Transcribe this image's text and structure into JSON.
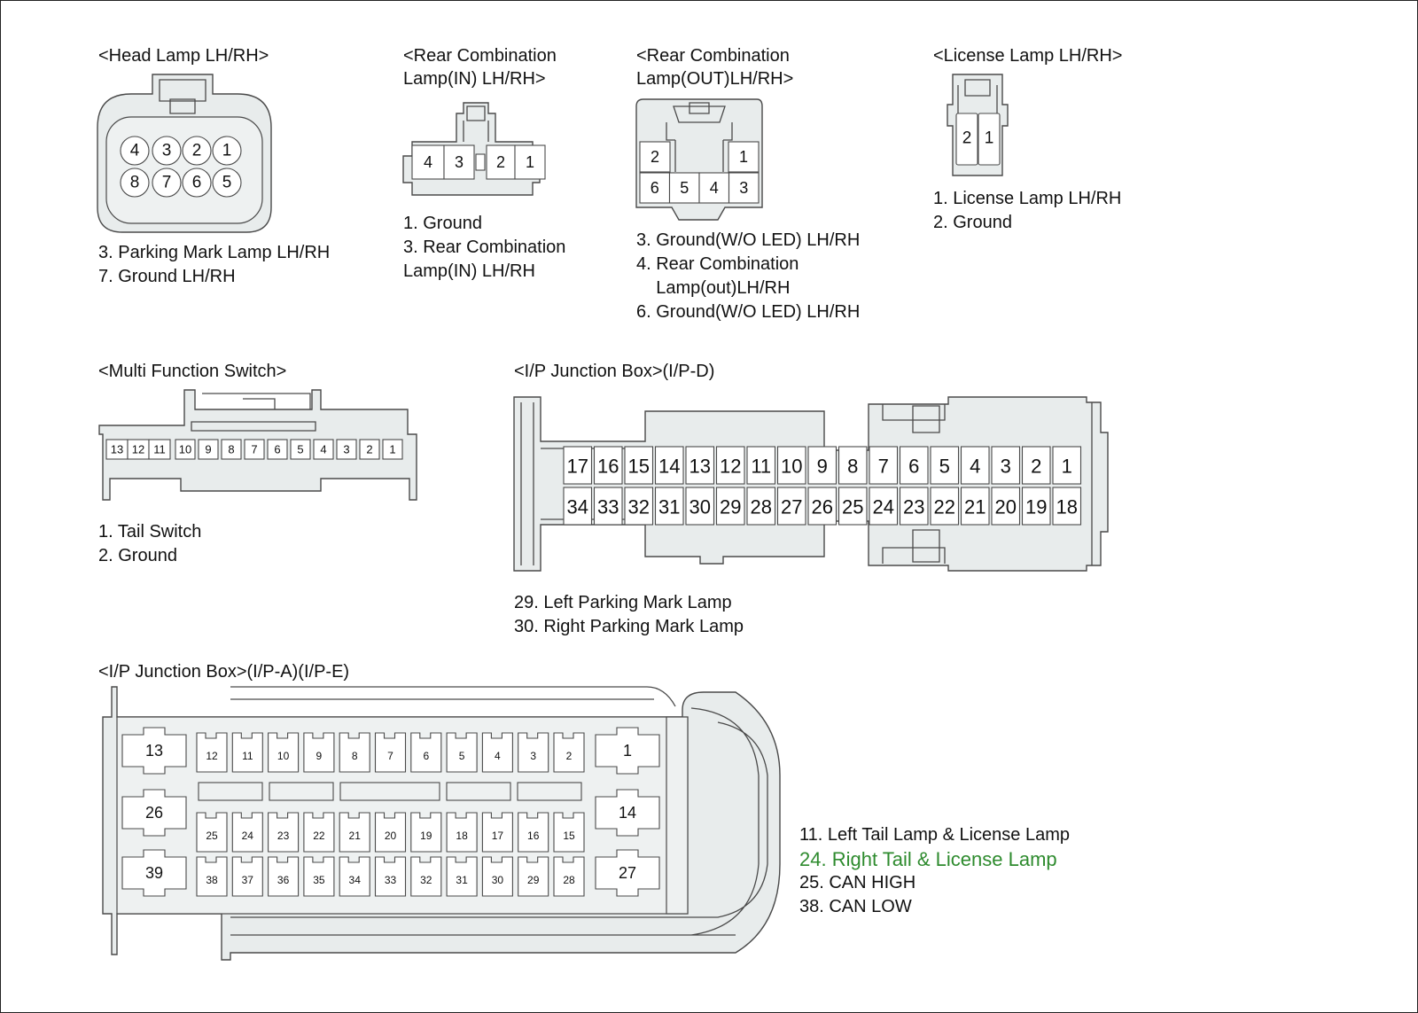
{
  "colors": {
    "highlight": "#a9d3db",
    "green_text": "#2e8b2e",
    "outline": "#4a4a4a",
    "body": "#e8ecec"
  },
  "head_lamp": {
    "title": "<Head Lamp LH/RH>",
    "pins_top": [
      "4",
      "3",
      "2",
      "1"
    ],
    "pins_bottom": [
      "8",
      "7",
      "6",
      "5"
    ],
    "highlighted": [
      "3",
      "7"
    ],
    "legend": [
      "3. Parking Mark Lamp LH/RH",
      "7. Ground LH/RH"
    ]
  },
  "rear_comb_in": {
    "title": "<Rear Combination\nLamp(IN) LH/RH>",
    "pins": [
      "4",
      "3",
      "2",
      "1"
    ],
    "highlighted": [
      "3",
      "1"
    ],
    "legend": [
      "1. Ground",
      "3. Rear Combination",
      "Lamp(IN) LH/RH"
    ]
  },
  "rear_comb_out": {
    "title": "<Rear Combination\nLamp(OUT)LH/RH>",
    "pins_top": [
      "2",
      "1"
    ],
    "pins_bottom": [
      "6",
      "5",
      "4",
      "3"
    ],
    "highlighted": [
      "6",
      "4",
      "3"
    ],
    "legend": [
      "3. Ground(W/O LED) LH/RH",
      "4. Rear Combination",
      "    Lamp(out)LH/RH",
      "6. Ground(W/O LED) LH/RH"
    ]
  },
  "license_lamp": {
    "title": "<License Lamp LH/RH>",
    "pins": [
      "2",
      "1"
    ],
    "highlighted": [
      "2",
      "1"
    ],
    "legend": [
      "1. License Lamp LH/RH",
      "2. Ground"
    ]
  },
  "multi_function_switch": {
    "title": "<Multi Function Switch>",
    "pins": [
      "13",
      "12",
      "11",
      "10",
      "9",
      "8",
      "7",
      "6",
      "5",
      "4",
      "3",
      "2",
      "1"
    ],
    "highlighted": [
      "2",
      "1"
    ],
    "legend": [
      "1. Tail Switch",
      "2. Ground"
    ]
  },
  "ipd": {
    "title": "<I/P Junction Box>(I/P-D)",
    "pins_top": [
      "17",
      "16",
      "15",
      "14",
      "13",
      "12",
      "11",
      "10",
      "9",
      "8",
      "7",
      "6",
      "5",
      "4",
      "3",
      "2",
      "1"
    ],
    "pins_bottom": [
      "34",
      "33",
      "32",
      "31",
      "30",
      "29",
      "28",
      "27",
      "26",
      "25",
      "24",
      "23",
      "22",
      "21",
      "20",
      "19",
      "18"
    ],
    "highlighted": [
      "30",
      "29"
    ],
    "legend": [
      "29. Left Parking Mark Lamp",
      "30. Right Parking Mark Lamp"
    ]
  },
  "ipae": {
    "title": "<I/P Junction Box>(I/P-A)(I/P-E)",
    "row1": [
      "12",
      "11",
      "10",
      "9",
      "8",
      "7",
      "6",
      "5",
      "4",
      "3",
      "2"
    ],
    "row2": [
      "25",
      "24",
      "23",
      "22",
      "21",
      "20",
      "19",
      "18",
      "17",
      "16",
      "15"
    ],
    "row3": [
      "38",
      "37",
      "36",
      "35",
      "34",
      "33",
      "32",
      "31",
      "30",
      "29",
      "28"
    ],
    "big_left": [
      "13",
      "26",
      "39"
    ],
    "big_right": [
      "1",
      "14",
      "27"
    ],
    "highlighted": [
      "11",
      "25",
      "24",
      "38"
    ],
    "legend": [
      "11. Left Tail Lamp & License Lamp",
      "24. Right Tail & License Lamp",
      "25. CAN HIGH",
      "38. CAN LOW"
    ]
  }
}
